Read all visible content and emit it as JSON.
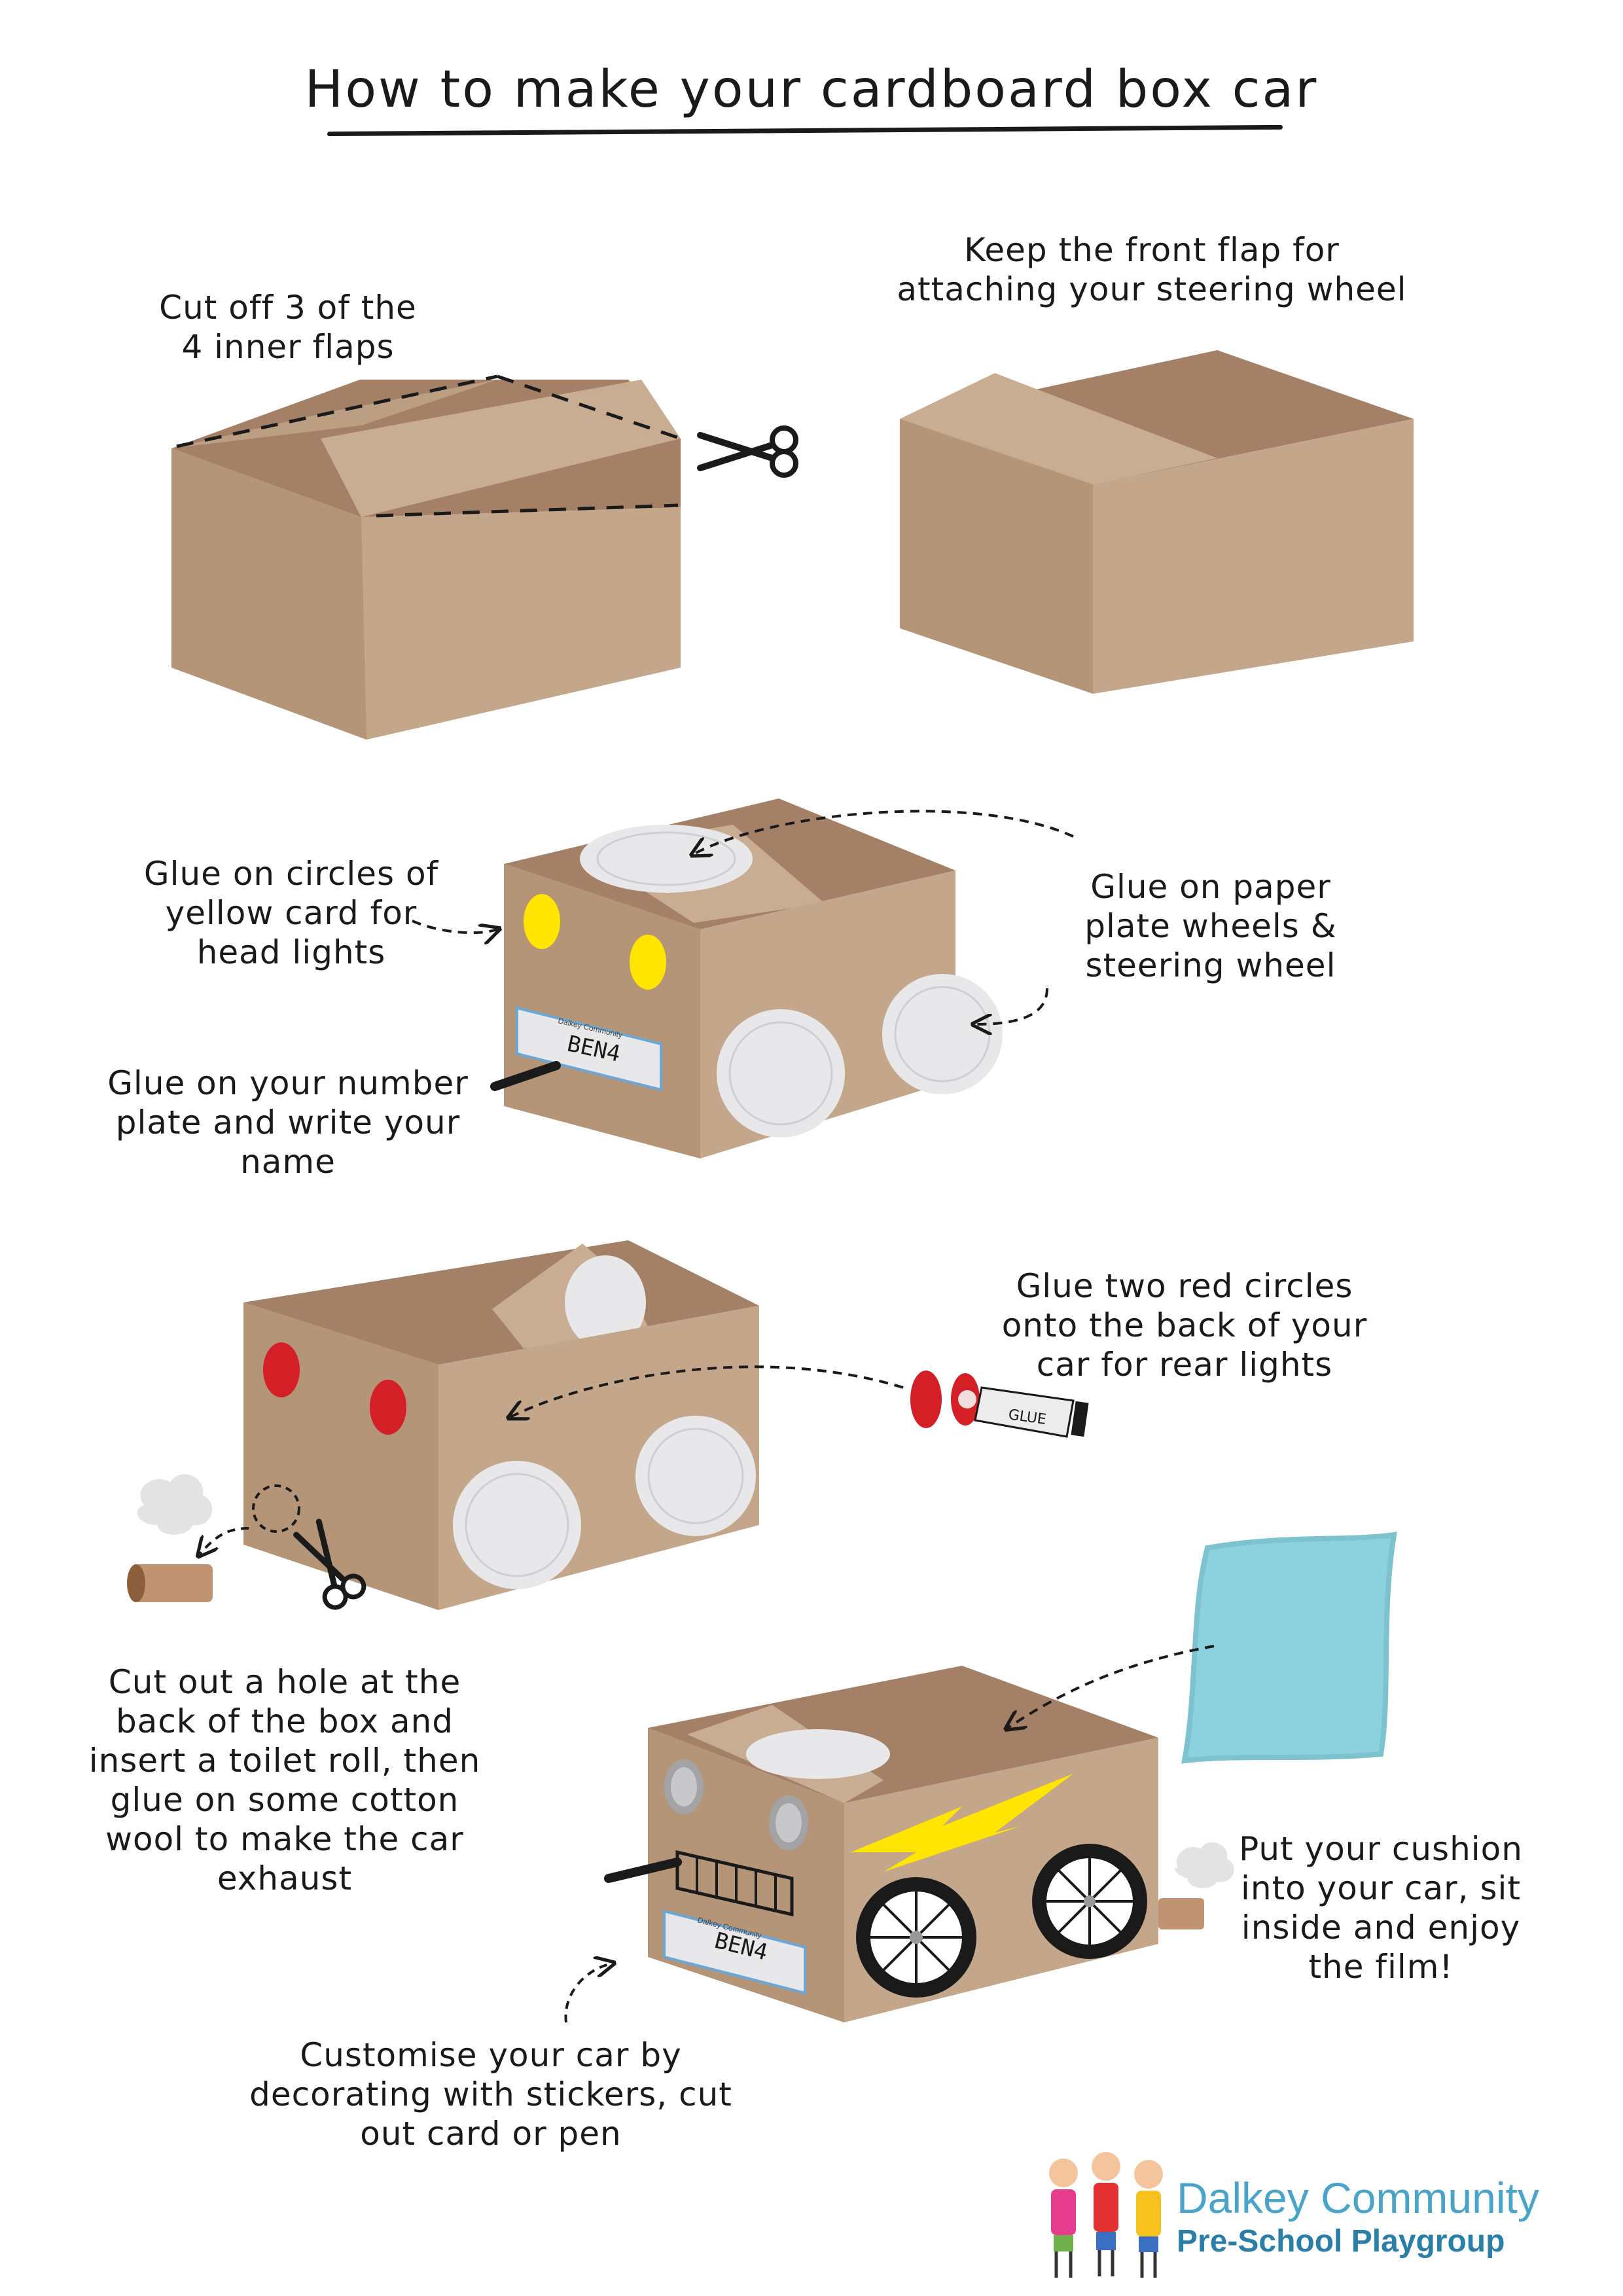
{
  "title": "How to make your cardboard box car",
  "steps": {
    "cut_flaps": "Cut off 3 of the\n4 inner flaps",
    "keep_flap": "Keep the front flap for\nattaching your steering wheel",
    "headlights": "Glue on circles of\nyellow card for\nhead lights",
    "wheels": "Glue on paper\nplate wheels &\nsteering wheel",
    "number_plate": "Glue on your number\nplate and write your name",
    "rear_lights": "Glue two red circles\nonto the back of your\ncar for rear lights",
    "exhaust": "Cut out a hole at the\nback  of the box and\ninsert a toilet roll, then\nglue on some cotton\nwool to make the car\nexhaust",
    "cushion": "Put your cushion\ninto your car, sit\ninside and enjoy\nthe film!",
    "customise": "Customise your car by\ndecorating with stickers, cut\nout card or pen"
  },
  "plate": {
    "name": "BEN4",
    "org_line": "Dalkey Community"
  },
  "glue_label": "GLUE",
  "logo": {
    "name": "Dalkey Community",
    "subtitle": "Pre-School Playgroup"
  },
  "icons": [
    "scissors-icon",
    "glue-stick-icon",
    "toilet-roll-icon",
    "cushion-icon",
    "lightning-bolt-icon"
  ],
  "colors": {
    "cardboard_light": "#c4a78b",
    "cardboard_mid": "#b59a80",
    "cardboard_dark": "#a48066",
    "headlight_yellow": "#ffe500",
    "rearlight_red": "#d41f26",
    "plate_white": "#e8e8ea",
    "cushion_blue": "#8dd1dc",
    "logo_blue": "#4aa3c8"
  }
}
